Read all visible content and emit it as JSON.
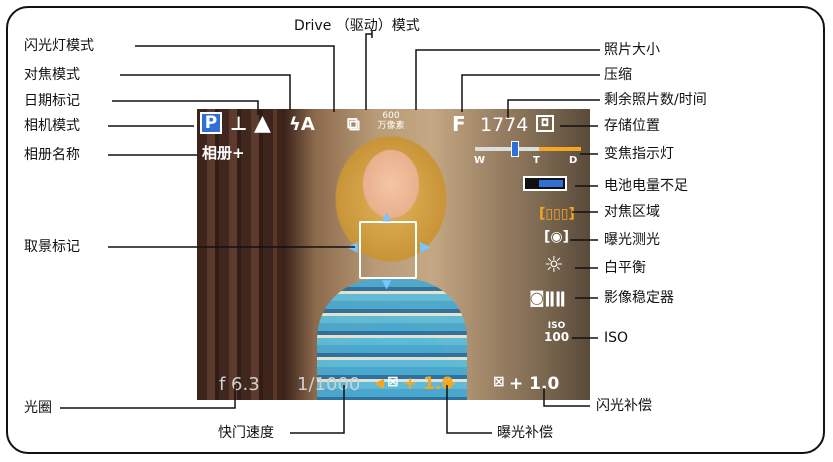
{
  "labels": {
    "drive_mode": "Drive （驱动）模式",
    "flash_mode": "闪光灯模式",
    "focus_mode": "对焦模式",
    "date_stamp": "日期标记",
    "camera_mode": "相机模式",
    "album_name": "相册名称",
    "framing_marks": "取景标记",
    "aperture": "光圈",
    "shutter_speed": "快门速度",
    "exposure_comp": "曝光补偿",
    "flash_comp": "闪光补偿",
    "picture_size": "照片大小",
    "compression": "压缩",
    "pictures_remaining": "剩余照片数/时间",
    "storage_location": "存储位置",
    "zoom_indicator": "变焦指示灯",
    "low_battery": "电池电量不足",
    "focus_zone": "对焦区域",
    "exposure_metering": "曝光测光",
    "white_balance": "白平衡",
    "image_stabilizer": "影像稳定器",
    "iso": "ISO"
  },
  "screen": {
    "mode_letter": "P",
    "album": "相册+",
    "size_top": "600",
    "size_bottom": "万像素",
    "compression_letter": "F",
    "remaining": "1774",
    "zoom_w": "W",
    "zoom_t": "T",
    "zoom_d": "D",
    "iso_top": "ISO",
    "iso_value": "100",
    "aperture": "f 6.3",
    "shutter": "1/1000",
    "exp_comp": "+ 1.0",
    "flash_comp": "+ 1.0"
  },
  "colors": {
    "accent_blue": "#2f6fd6",
    "orange": "#f5a623"
  }
}
